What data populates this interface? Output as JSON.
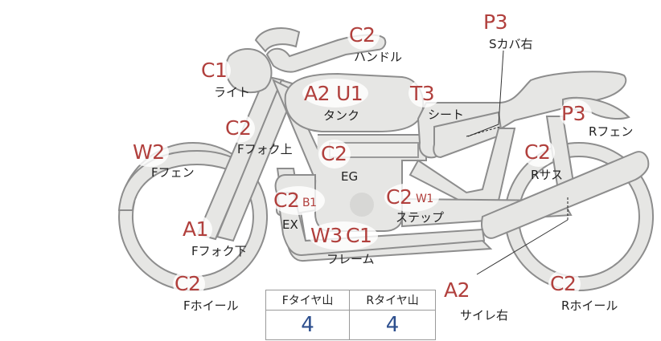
{
  "parts": {
    "light": {
      "code": "C1",
      "label": "ライト"
    },
    "handle": {
      "code": "C2",
      "label": "ハンドル"
    },
    "tank": {
      "code": "A2",
      "code2": "U1",
      "label": "タンク"
    },
    "seat": {
      "code": "T3",
      "label": "シート"
    },
    "side_cover_r": {
      "code": "P3",
      "label": "Sカバ右"
    },
    "rear_fender": {
      "code": "P3",
      "label": "Rフェン"
    },
    "fork_upper": {
      "code": "C2",
      "label": "Fフォク上"
    },
    "engine": {
      "code": "C2",
      "label": "EG"
    },
    "front_fender": {
      "code": "W2",
      "label": "Fフェン"
    },
    "rear_sus": {
      "code": "C2",
      "label": "Rサス"
    },
    "exhaust": {
      "code": "C2",
      "code_small": "B1",
      "label": "EX"
    },
    "step": {
      "code": "C2",
      "code_small": "W1",
      "label": "ステップ"
    },
    "fork_lower": {
      "code": "A1",
      "label": "Fフォク下"
    },
    "frame": {
      "code": "W3",
      "code2": "C1",
      "label": "フレーム"
    },
    "front_wheel": {
      "code": "C2",
      "label": "Fホイール"
    },
    "muffler_r": {
      "code": "A2",
      "label": "サイレ右"
    },
    "rear_wheel": {
      "code": "C2",
      "label": "Rホイール"
    }
  },
  "tread_table": {
    "front_header": "Fタイヤ山",
    "rear_header": "Rタイヤ山",
    "front_value": "4",
    "rear_value": "4"
  },
  "colors": {
    "code_text": "#b1403d",
    "value_text": "#2d4f8e",
    "part_fill": "#e6e6e4",
    "part_stroke": "#8d8d8d"
  }
}
